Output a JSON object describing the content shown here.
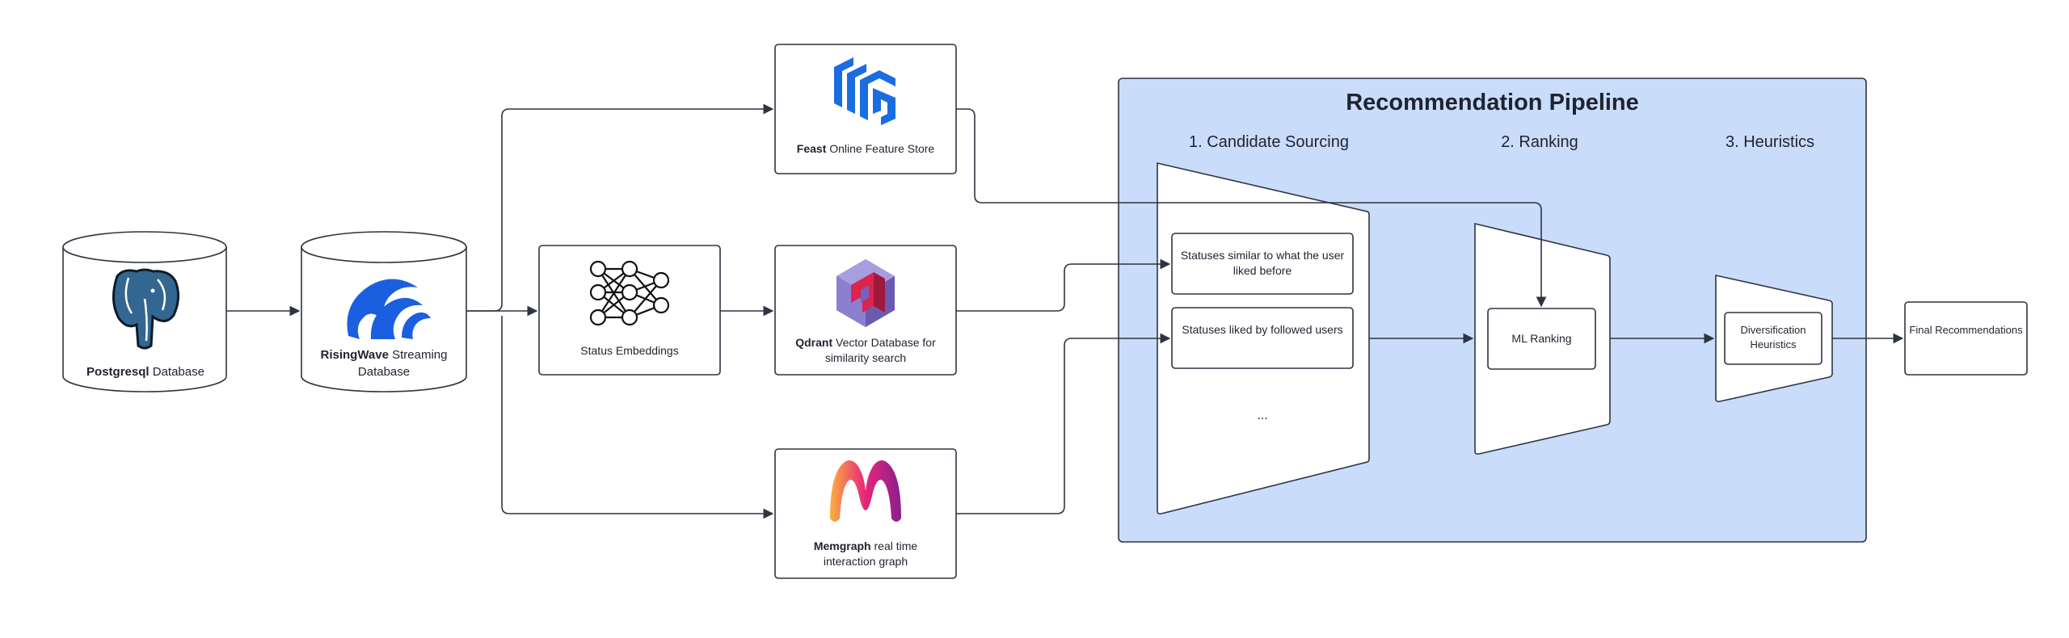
{
  "sources": {
    "postgres": {
      "name": "Postgresql",
      "rest": " Database"
    },
    "risingwave": {
      "name": "RisingWave",
      "rest": " Streaming Database"
    }
  },
  "nodes": {
    "status_embeddings": "Status Embeddings",
    "feast": {
      "name": "Feast",
      "rest": " Online Feature Store"
    },
    "qdrant": {
      "name": "Qdrant",
      "rest": " Vector Database for similarity search"
    },
    "memgraph": {
      "name": "Memgraph",
      "rest": " real time interaction graph"
    }
  },
  "pipeline": {
    "title": "Recommendation Pipeline",
    "stages": [
      "1. Candidate Sourcing",
      "2. Ranking",
      "3. Heuristics"
    ],
    "candidates": [
      "Statuses similar to what the user liked before",
      "Statuses liked by followed users",
      "..."
    ],
    "ranking": "ML Ranking",
    "heuristics": "Diversification Heuristics"
  },
  "output": "Final Recommendations",
  "colors": {
    "pipeline_fill": "#c9dcfa",
    "pipeline_stroke": "#2e3440",
    "line": "#2e3440",
    "postgres_blue": "#336791",
    "risingwave_blue": "#1a5fe0",
    "feast_blue": "#1a6de0",
    "qdrant_red": "#dc244c",
    "qdrant_purple": "#6b5bb0",
    "memgraph_gradient": [
      "#fbb040",
      "#e6267a",
      "#8b1e8c"
    ]
  },
  "icons": {
    "postgres": "elephant-icon",
    "risingwave": "wave-icon",
    "embeddings": "neural-network-icon",
    "feast": "feast-logo-icon",
    "qdrant": "qdrant-cube-icon",
    "memgraph": "memgraph-m-icon"
  }
}
